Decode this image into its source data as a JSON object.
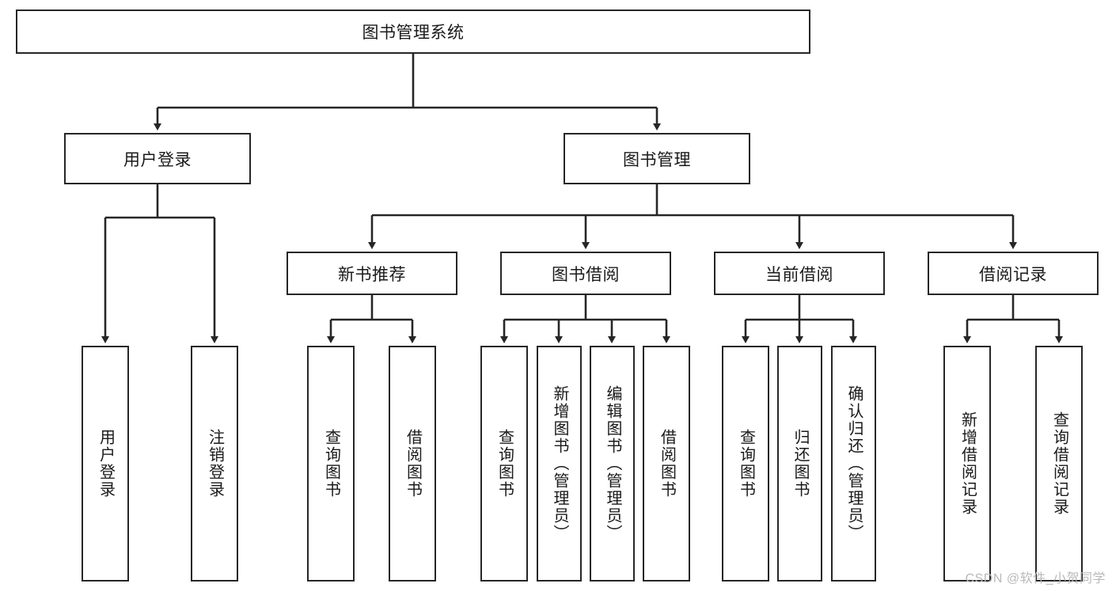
{
  "diagram": {
    "title": "图书管理系统",
    "watermark": "CSDN @软件_小贺同学",
    "stroke_color": "#262626",
    "fill_color": "#ffffff",
    "levels": {
      "root": {
        "label": "图书管理系统"
      },
      "level2": [
        {
          "label": "用户登录"
        },
        {
          "label": "图书管理"
        }
      ],
      "level3": [
        {
          "label": "新书推荐"
        },
        {
          "label": "图书借阅"
        },
        {
          "label": "当前借阅"
        },
        {
          "label": "借阅记录"
        }
      ],
      "leaves": [
        {
          "label": "用户登录",
          "parent": "用户登录"
        },
        {
          "label": "注销登录",
          "parent": "用户登录"
        },
        {
          "label": "查询图书",
          "parent": "新书推荐"
        },
        {
          "label": "借阅图书",
          "parent": "新书推荐"
        },
        {
          "label": "查询图书",
          "parent": "图书借阅"
        },
        {
          "label": "新增图书（管理员）",
          "parent": "图书借阅"
        },
        {
          "label": "编辑图书（管理员）",
          "parent": "图书借阅"
        },
        {
          "label": "借阅图书",
          "parent": "图书借阅"
        },
        {
          "label": "查询图书",
          "parent": "当前借阅"
        },
        {
          "label": "归还图书",
          "parent": "当前借阅"
        },
        {
          "label": "确认归还（管理员）",
          "parent": "当前借阅"
        },
        {
          "label": "新增借阅记录",
          "parent": "借阅记录"
        },
        {
          "label": "查询借阅记录",
          "parent": "借阅记录"
        }
      ]
    }
  }
}
